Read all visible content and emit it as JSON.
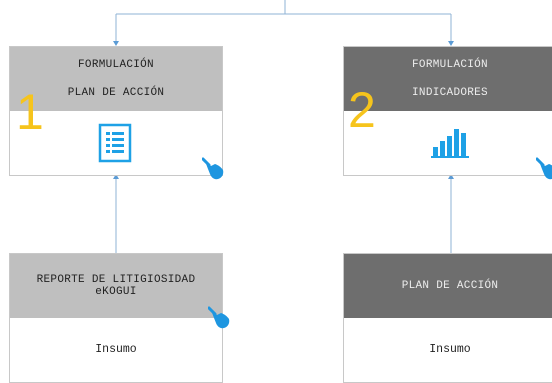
{
  "colors": {
    "accent_blue": "#1ea1e6",
    "number_yellow": "#f6c41c",
    "header_light": "#bfbfbf",
    "header_dark": "#6e6e6e",
    "connector": "#8fb3d6"
  },
  "cards": {
    "plan_formulacion": {
      "number": "1",
      "title_line1": "FORMULACIÓN",
      "title_line2": "PLAN DE ACCIÓN",
      "icon": "list-document-icon"
    },
    "indicadores_formulacion": {
      "number": "2",
      "title_line1": "FORMULACIÓN",
      "title_line2": "INDICADORES",
      "icon": "bar-chart-icon"
    },
    "reporte_litigiosidad": {
      "title_line1": "REPORTE DE LITIGIOSIDAD",
      "title_line2": "eKOGUI",
      "body": "Insumo"
    },
    "plan_accion_insumo": {
      "title_line1": "PLAN DE ACCIÓN",
      "body": "Insumo"
    }
  }
}
